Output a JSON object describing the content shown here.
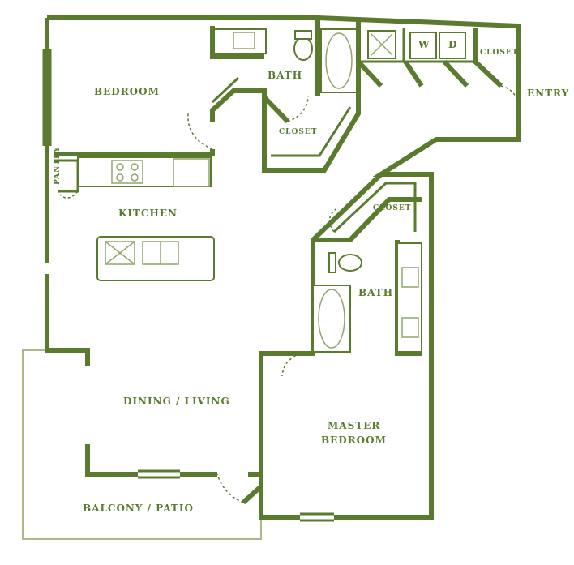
{
  "floorplan": {
    "accent_color": "#5a7a2e",
    "rooms": {
      "bedroom": "BEDROOM",
      "bath_upper": "BATH",
      "closet_upper": "CLOSET",
      "closet_entry": "CLOSET",
      "entry": "ENTRY",
      "pantry": "PANTRY",
      "kitchen": "KITCHEN",
      "closet_master": "CLOSET",
      "bath_master": "BATH",
      "dining_living": "DINING / LIVING",
      "master_bedroom_line1": "MASTER",
      "master_bedroom_line2": "BEDROOM",
      "balcony_patio": "BALCONY / PATIO"
    },
    "appliances": {
      "washer": "W",
      "dryer": "D"
    }
  }
}
